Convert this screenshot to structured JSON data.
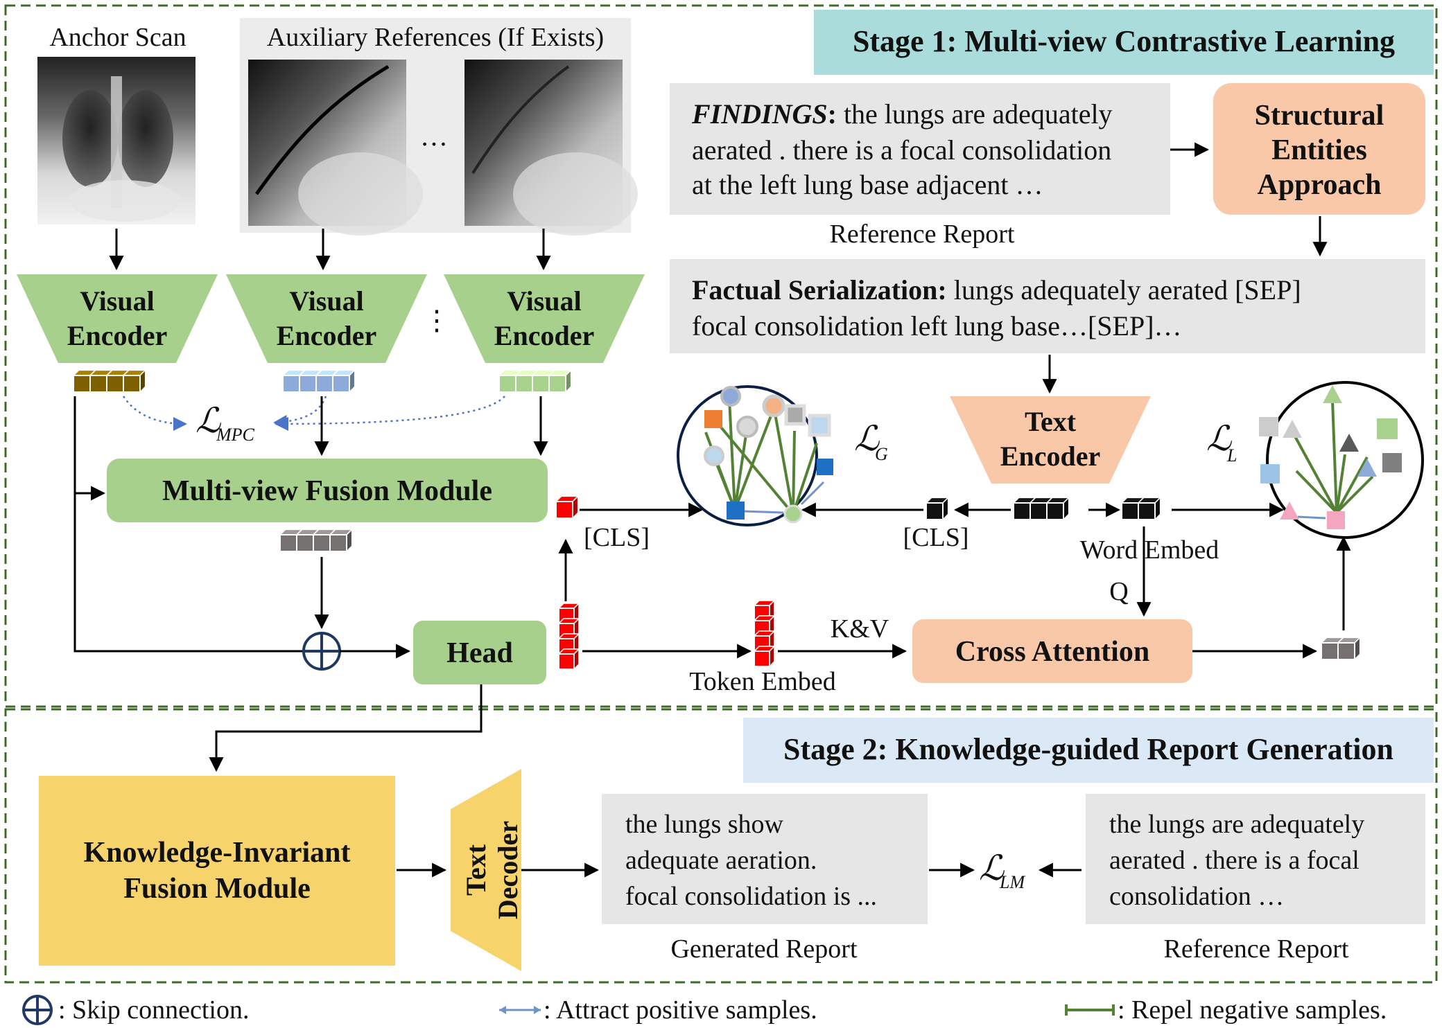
{
  "stage1": {
    "title": "Stage 1: Multi-view Contrastive Learning",
    "bg": "#a9dcdb"
  },
  "stage2": {
    "title": "Stage 2: Knowledge-guided Report Generation",
    "bg": "#dbe8f5"
  },
  "images": {
    "anchor_label": "Anchor Scan",
    "aux_label": "Auxiliary References (If Exists)",
    "ellipsis": "…"
  },
  "encoders": {
    "visual_line1": "Visual",
    "visual_line2": "Encoder",
    "vdots": "⋮",
    "text_line1": "Text",
    "text_line2": "Encoder",
    "decoder_line1": "Text",
    "decoder_line2": "Decoder"
  },
  "losses": {
    "mpc_main": "ℒ",
    "mpc_sub": "MPC",
    "g_main": "ℒ",
    "g_sub": "G",
    "l_main": "ℒ",
    "l_sub": "L",
    "lm_main": "ℒ",
    "lm_sub": "LM"
  },
  "modules": {
    "fusion": "Multi-view Fusion Module",
    "head": "Head",
    "cross_attention": "Cross Attention",
    "structural_line1": "Structural",
    "structural_line2": "Entities",
    "structural_line3": "Approach",
    "kif_line1": "Knowledge-Invariant",
    "kif_line2": "Fusion Module"
  },
  "findings": {
    "label": "FINDINGS",
    "colon": ":",
    "line1_rest": " the lungs are adequately",
    "line2": "aerated . there is a focal consolidation",
    "line3": "at the left lung base adjacent …",
    "caption": "Reference Report"
  },
  "factual": {
    "label": "Factual Serialization:",
    "line1_rest": " lungs adequately aerated [SEP]",
    "line2": "focal consolidation left lung base…[SEP]…"
  },
  "labels": {
    "cls_left": "[CLS]",
    "cls_right": "[CLS]",
    "word_embed": "Word Embed",
    "q": "Q",
    "kv": "K&V",
    "token_embed": "Token Embed"
  },
  "generated": {
    "line1": "the lungs show",
    "line2": "adequate aeration.",
    "line3": "focal consolidation is ...",
    "caption": "Generated Report"
  },
  "reference2": {
    "line1": "the lungs are adequately",
    "line2": "aerated . there is a focal",
    "line3": "consolidation …",
    "caption": "Reference Report"
  },
  "legend": {
    "skip": ": Skip connection.",
    "attract": ": Attract positive samples.",
    "repel": ": Repel negative samples."
  },
  "colors": {
    "green_module": "#a8d08d",
    "peach_module": "#f8c8a8",
    "yellow_module": "#f6d46b",
    "dash_border": "#3f6b2a",
    "token_brown": "#7f6000",
    "token_blue": "#8eaadb",
    "token_green": "#a9d18e",
    "token_gray": "#767171",
    "token_red": "#ff0000",
    "token_black": "#111111"
  }
}
